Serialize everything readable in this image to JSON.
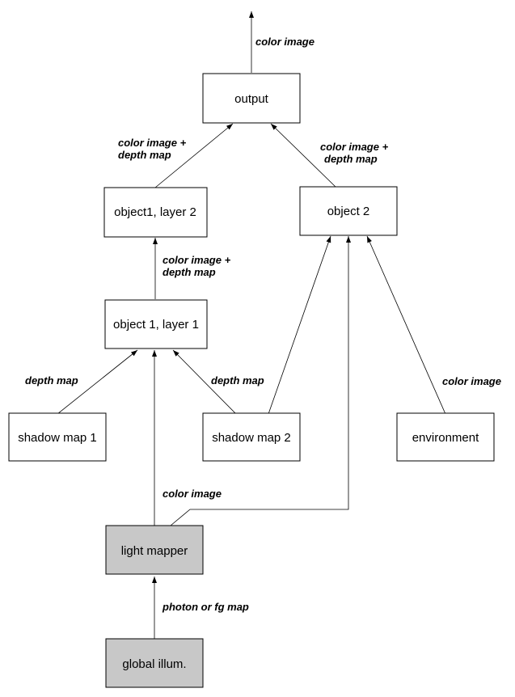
{
  "nodes": {
    "output": "output",
    "object1_layer2": "object1, layer 2",
    "object2": "object 2",
    "object1_layer1": "object 1, layer 1",
    "shadow_map_1": "shadow map 1",
    "shadow_map_2": "shadow map 2",
    "environment": "environment",
    "light_mapper": "light mapper",
    "global_illum": "global illum."
  },
  "edge_labels": {
    "top_color_image": "color image",
    "left_color_image_plus": "color image +",
    "left_depth_map": "depth map",
    "right_color_image_plus": "color image +",
    "right_depth_map": "depth map",
    "mid_color_image_plus": "color image +",
    "mid_depth_map": "depth map",
    "shadow1_depth_map": "depth map",
    "shadow2_depth_map": "depth map",
    "environment_color_image": "color image",
    "lightmapper_color_image": "color image",
    "photon_or_fg_map": "photon or fg map"
  },
  "colors": {
    "shaded_box": "#c8c8c8",
    "plain_box": "#ffffff",
    "line": "#000000"
  }
}
